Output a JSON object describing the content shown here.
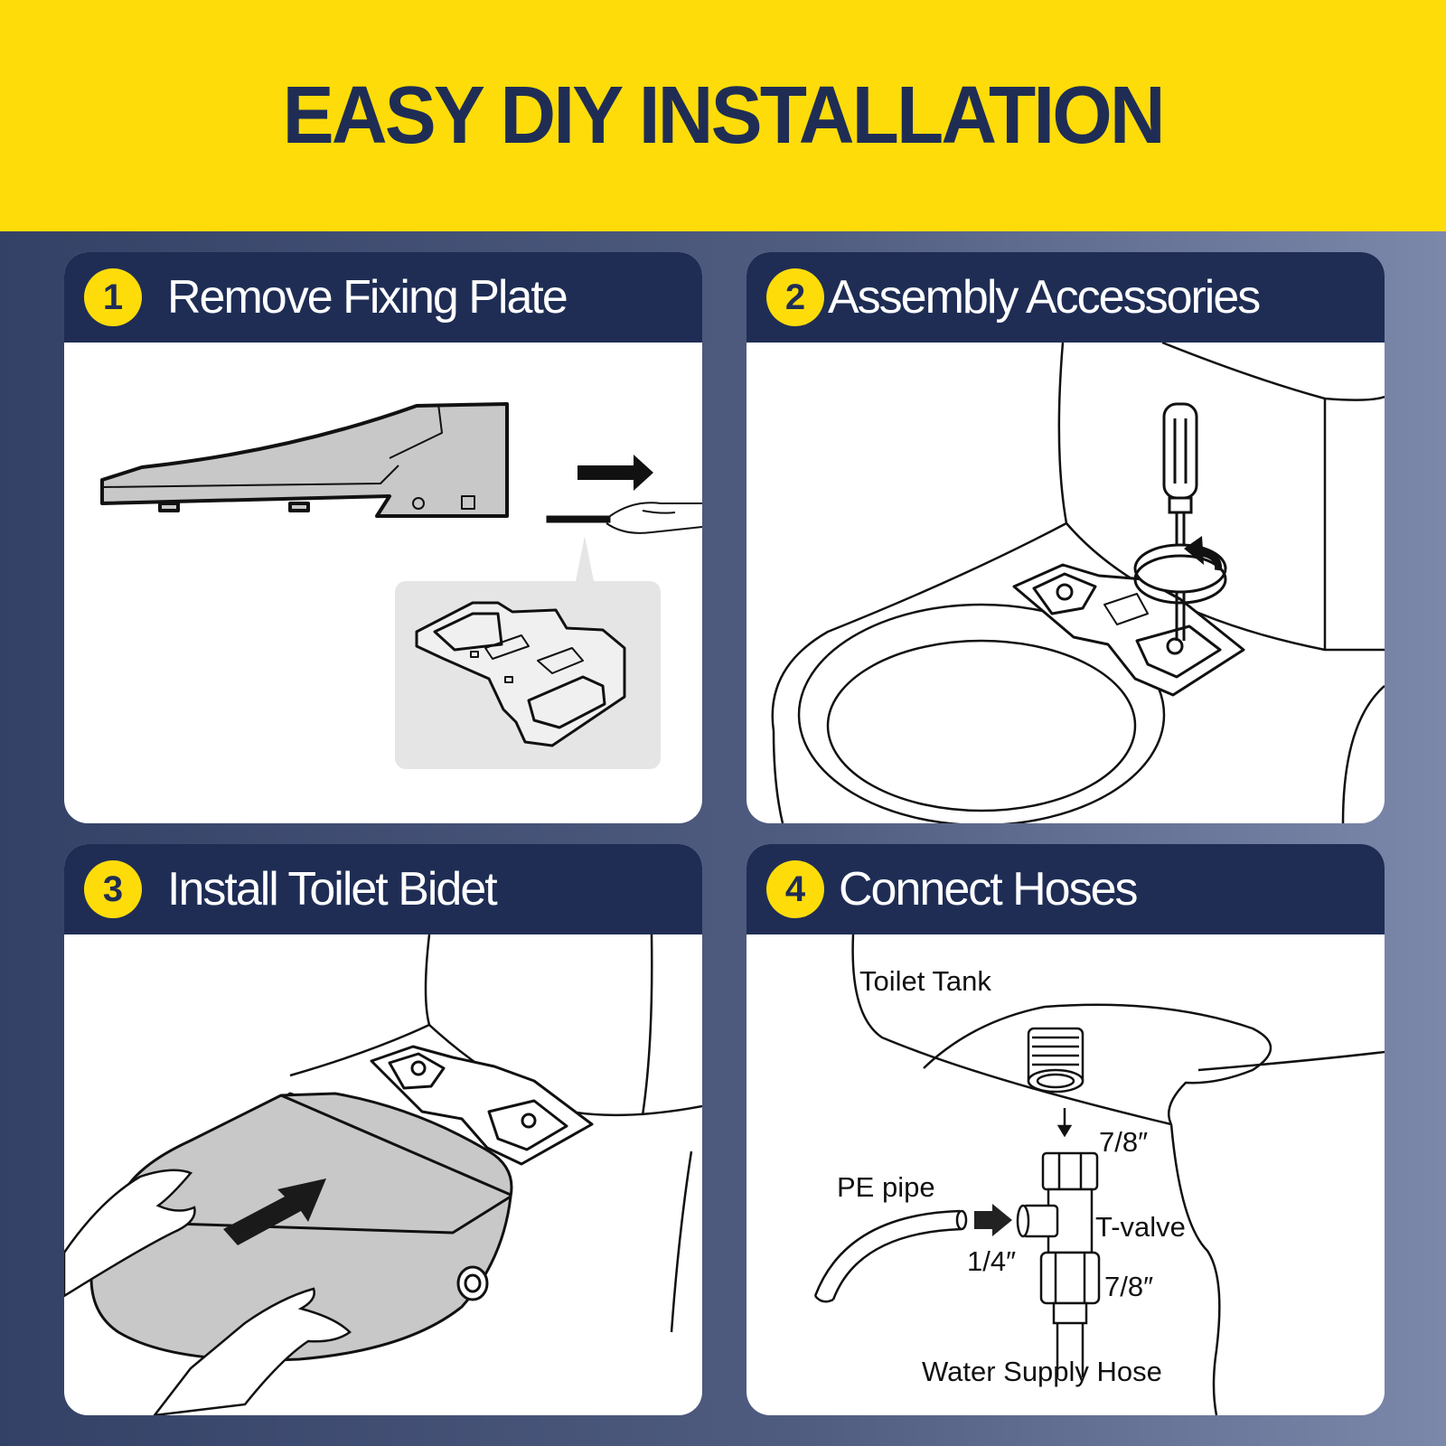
{
  "header": {
    "title": "EASY DIY INSTALLATION"
  },
  "steps": [
    {
      "number": "1",
      "title": "Remove Fixing Plate"
    },
    {
      "number": "2",
      "title": "Assembly Accessories"
    },
    {
      "number": "3",
      "title": "Install Toilet Bidet"
    },
    {
      "number": "4",
      "title": "Connect Hoses"
    }
  ],
  "hose_labels": {
    "toilet_tank": "Toilet Tank",
    "top_size": "7/8″",
    "pe_pipe": "PE pipe",
    "t_valve": "T-valve",
    "pipe_size": "1/4″",
    "bottom_size": "7/8″",
    "water_supply_hose": "Water Supply Hose"
  },
  "colors": {
    "banner_yellow": "#fddc0a",
    "navy": "#1f2d55",
    "seat_gray": "#c8c8c8"
  }
}
